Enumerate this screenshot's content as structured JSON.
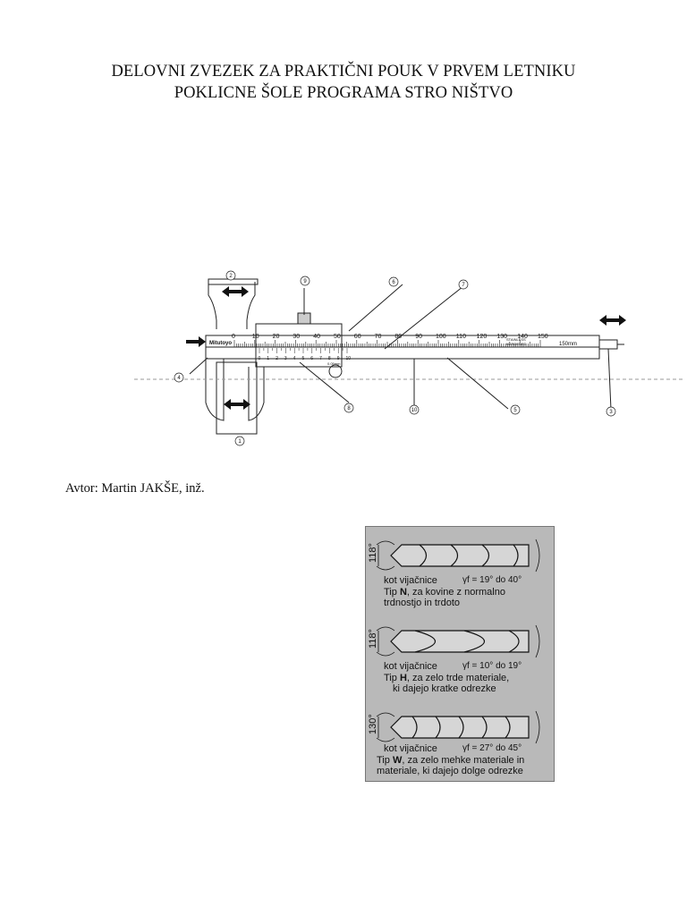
{
  "title": {
    "line1": "DELOVNI ZVEZEK ZA PRAKTIČNI POUK V PRVEM LETNIKU",
    "line2": "POKLICNE ŠOLE PROGRAMA STRO NIŠTVO"
  },
  "caliper": {
    "brand": "Mitutoyo",
    "scale_numbers": [
      "0",
      "10",
      "20",
      "30",
      "40",
      "50",
      "60",
      "70",
      "80",
      "90",
      "100",
      "110",
      "120",
      "130",
      "140",
      "150"
    ],
    "vernier_numbers": [
      "0",
      "1",
      "2",
      "3",
      "4",
      "5",
      "6",
      "7",
      "8",
      "9",
      "10"
    ],
    "unit_label": "150mm",
    "stamp_line1": "STAINLESS",
    "stamp_line2": "HARDENED",
    "vernier_note": "0.05mm",
    "callouts": [
      "1",
      "2",
      "3",
      "4",
      "5",
      "6",
      "7",
      "8",
      "9",
      "10"
    ]
  },
  "author": "Avtor: Martin JAKŠE, inž.",
  "drills": [
    {
      "angle": "118°",
      "helix_label": "kot vijačnice",
      "helix_range": "γf = 19° do 40°",
      "type_prefix": "Tip ",
      "type_letter": "N",
      "desc_line1": ", za kovine z normalno",
      "desc_line2": "trdnostjo in trdoto"
    },
    {
      "angle": "118°",
      "helix_label": "kot vijačnice",
      "helix_range": "γf = 10° do 19°",
      "type_prefix": "Tip ",
      "type_letter": "H",
      "desc_line1": ", za zelo trde materiale,",
      "desc_line2": "ki dajejo kratke odrezke"
    },
    {
      "angle": "130°",
      "helix_label": "kot vijačnice",
      "helix_range": "γf = 27° do 45°",
      "type_prefix": "Tip ",
      "type_letter": "W",
      "desc_line1": ", za zelo mehke materiale in",
      "desc_line2": "materiale, ki dajejo dolge  odrezke"
    }
  ]
}
